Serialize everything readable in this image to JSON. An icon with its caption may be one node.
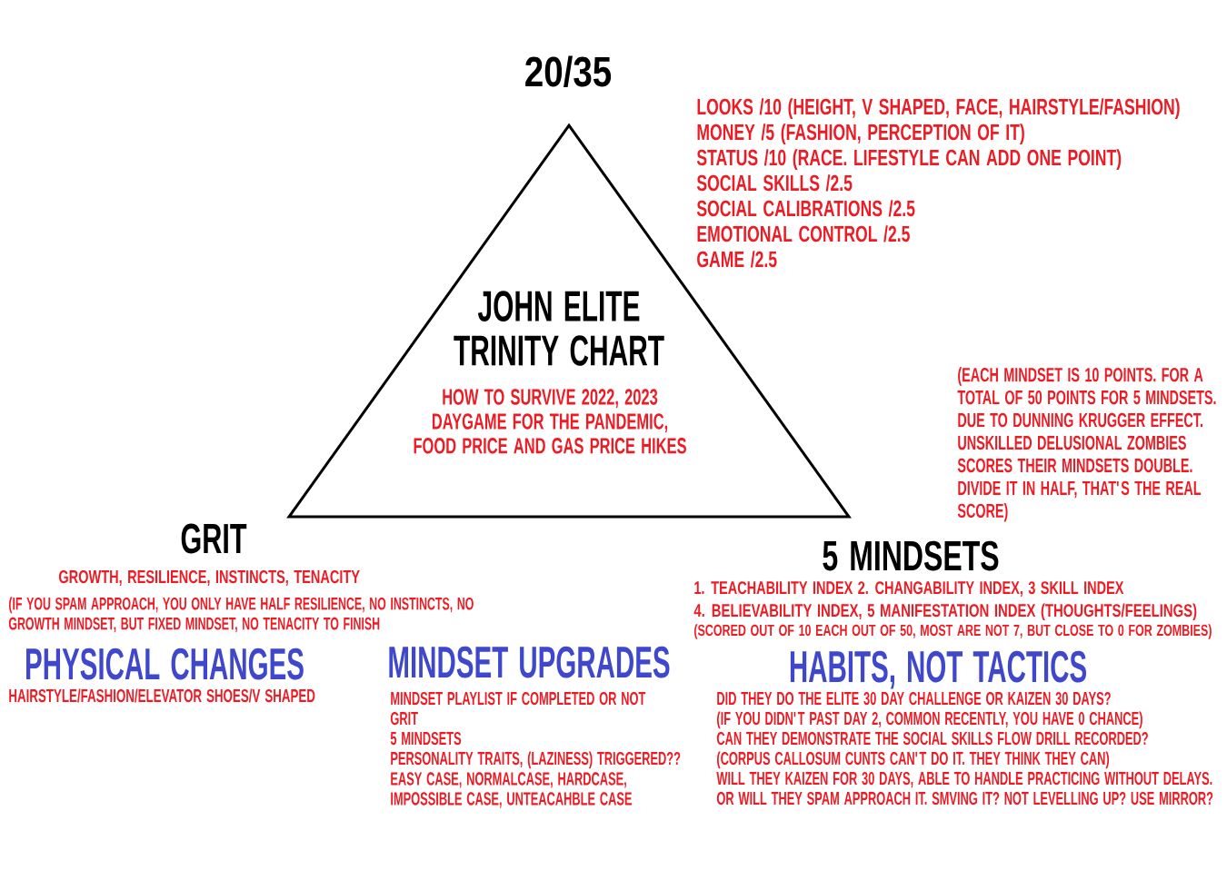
{
  "diagram": {
    "nodes": [
      {
        "text": [
          "JOHN ELITE TRINITY CHART",
          "HOW TO SURVIVE 2022, 2023 DAYGAME FOR THE PANDEMIC, FOOD PRICE AND GAS PRICE HIKES"
        ]
      }
    ],
    "labels": [
      "20/35",
      "LOOKS /10 (HEIGHT, V SHAPED, FACE, HAIRSTYLE/FASHION)",
      "MONEY /5 (FASHION, PERCEPTION OF IT)",
      "STATUS /10 (RACE. LIFESTYLE CAN ADD ONE POINT)",
      "SOCIAL SKILLS /2.5",
      "SOCIAL CALIBRATIONS /2.5",
      "EMOTIONAL CONTROL /2.5",
      "GAME /2.5",
      "(EACH MINDSET IS 10 POINTS. FOR A TOTAL OF 50 POINTS FOR 5 MINDSETS. DUE TO DUNNING KRUGGER EFFECT. UNSKILLED DELUSIONAL ZOMBIES SCORES THEIR MINDSETS DOUBLE. DIVIDE IT IN HALF, THAT'S THE REAL SCORE)",
      "GRIT",
      "GROWTH, RESILIENCE, INSTINCTS, TENACITY",
      "(IF YOU SPAM APPROACH, YOU ONLY HAVE HALF RESILIENCE, NO INSTINCTS, NO GROWTH MINDSET, BUT FIXED MINDSET, NO TENACITY TO FINISH",
      "5 MINDSETS",
      "1. TEACHABILITY INDEX 2. CHANGABILITY INDEX, 3 SKILL INDEX",
      "4. BELIEVABILITY INDEX, 5 MANIFESTATION INDEX (THOUGHTS/FEELINGS)",
      "(SCORED OUT OF 10 EACH OUT OF 50, MOST ARE NOT 7, BUT CLOSE TO 0 FOR ZOMBIES)",
      "PHYSICAL CHANGES",
      "HAIRSTYLE/FASHION/ELEVATOR SHOES/V SHAPED",
      "MINDSET UPGRADES",
      "MINDSET PLAYLIST IF COMPLETED OR NOT",
      "GRIT",
      "5 MINDSETS",
      "PERSONALITY TRAITS, (LAZINESS) TRIGGERED??",
      "EASY CASE, NORMALCASE, HARDCASE, IMPOSSIBLE CASE, UNTEACAHBLE CASE",
      "HABITS, NOT TACTICS",
      "DID THEY DO THE ELITE 30 DAY CHALLENGE OR KAIZEN 30 DAYS?",
      "(IF YOU DIDN'T PAST DAY 2, COMMON RECENTLY, YOU HAVE 0 CHANCE)",
      "CAN THEY DEMONSTRATE THE SOCIAL SKILLS FLOW DRILL RECORDED?",
      "(CORPUS CALLOSUM CUNTS CAN'T DO IT. THEY THINK THEY CAN)",
      "WILL THEY KAIZEN FOR 30 DAYS, ABLE TO HANDLE PRACTICING WITHOUT DELAYS.",
      "OR WILL THEY SPAM APPROACH IT. SMVING IT? NOT LEVELLING UP? USE MIRROR?"
    ]
  }
}
